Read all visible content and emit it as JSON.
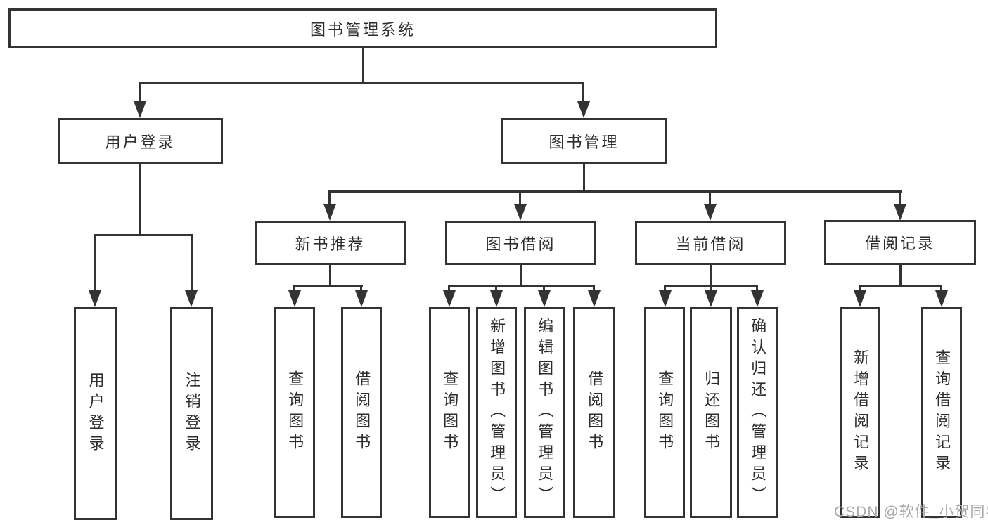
{
  "tree": {
    "root": {
      "label": "图书管理系统"
    },
    "branches": [
      {
        "label": "用户登录",
        "children": [
          {
            "label": "用户登录"
          },
          {
            "label": "注销登录"
          }
        ]
      },
      {
        "label": "图书管理",
        "groups": [
          {
            "label": "新书推荐",
            "children": [
              {
                "label": "查询图书"
              },
              {
                "label": "借阅图书"
              }
            ]
          },
          {
            "label": "图书借阅",
            "children": [
              {
                "label": "查询图书"
              },
              {
                "label": "新增图书（管理员）"
              },
              {
                "label": "编辑图书（管理员）"
              },
              {
                "label": "借阅图书"
              }
            ]
          },
          {
            "label": "当前借阅",
            "children": [
              {
                "label": "查询图书"
              },
              {
                "label": "归还图书"
              },
              {
                "label": "确认归还（管理员）"
              }
            ]
          },
          {
            "label": "借阅记录",
            "children": [
              {
                "label": "新增借阅记录"
              },
              {
                "label": "查询借阅记录"
              }
            ]
          }
        ]
      }
    ]
  },
  "watermark": {
    "text": "CSDN @软件_小贺同学"
  }
}
